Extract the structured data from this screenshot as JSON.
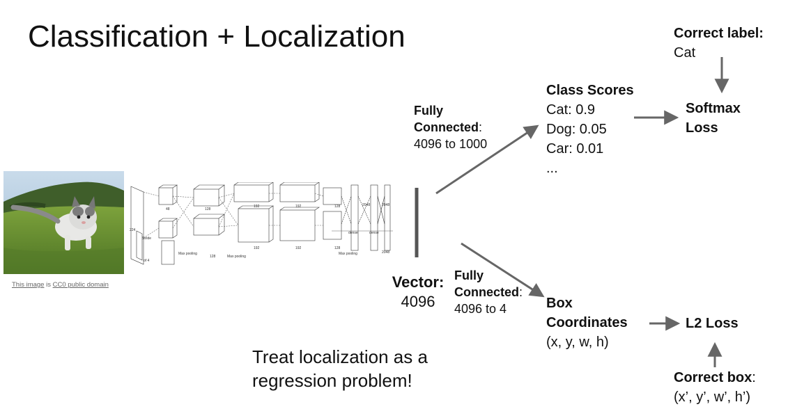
{
  "title": "Classification + Localization",
  "image_credit": {
    "prefix": "This image",
    "is": " is ",
    "license": "CC0 public domain"
  },
  "fc_top": {
    "line1": "Fully",
    "line2": "Connected",
    "colon": ":",
    "line3": "4096 to 1000"
  },
  "fc_bottom": {
    "line1": "Fully",
    "line2": "Connected",
    "colon": ":",
    "line3": "4096 to 4"
  },
  "vector": {
    "label": "Vector:",
    "value": "4096"
  },
  "class_scores": {
    "heading": "Class Scores",
    "items": [
      "Cat: 0.9",
      "Dog: 0.05",
      "Car: 0.01",
      "..."
    ]
  },
  "correct_label": {
    "heading": "Correct label:",
    "value": "Cat"
  },
  "softmax": {
    "line1": "Softmax",
    "line2": "Loss"
  },
  "box": {
    "line1": "Box",
    "line2": "Coordinates",
    "line3": "(x, y, w, h)"
  },
  "l2_loss": "L2 Loss",
  "correct_box": {
    "heading": "Correct box",
    "colon": ":",
    "value": "(x’, y’, w’, h’)"
  },
  "treat": {
    "line1": "Treat localization as a",
    "line2": "regression problem!"
  },
  "net_labels": {
    "input": "224",
    "stride": "Stride",
    "of4": "of 4",
    "d48": "48",
    "d128": "128",
    "d192": "192",
    "d2048": "2048",
    "dense": "dense",
    "maxpool": "Max pooling"
  },
  "colors": {
    "arrow": "#666666",
    "text": "#111111",
    "grass": "#5f8a2e",
    "sky": "#b7cfe4"
  }
}
